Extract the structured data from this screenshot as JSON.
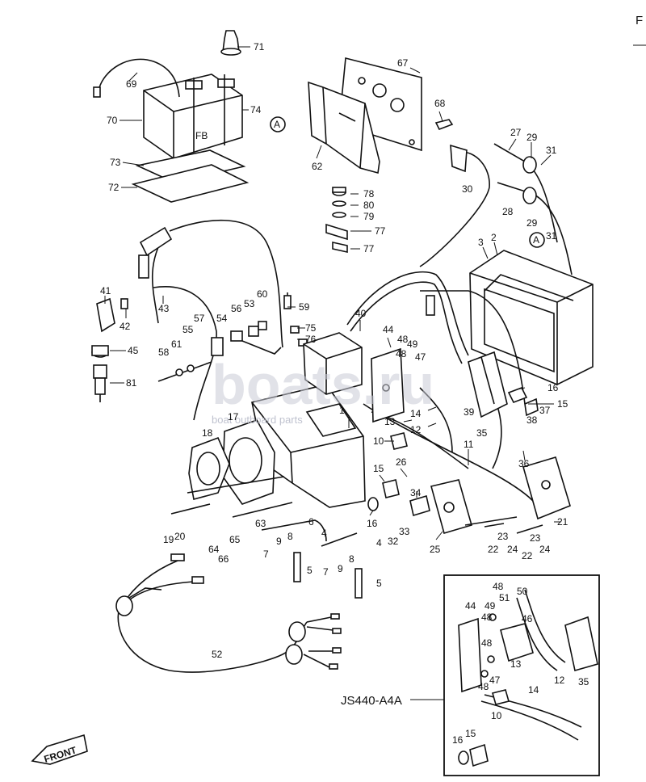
{
  "corner_mark": "F",
  "circle_marker": "A",
  "inset_model": "JS440-A4A",
  "front_arrow": "FRONT",
  "watermark": {
    "brand": "boats.ru",
    "subtitle": "boat outboard parts"
  },
  "callouts": [
    {
      "id": "c71",
      "text": "71"
    },
    {
      "id": "c69",
      "text": "69"
    },
    {
      "id": "c70",
      "text": "70"
    },
    {
      "id": "c74",
      "text": "74"
    },
    {
      "id": "c73",
      "text": "73"
    },
    {
      "id": "c72",
      "text": "72"
    },
    {
      "id": "c67",
      "text": "67"
    },
    {
      "id": "c68",
      "text": "68"
    },
    {
      "id": "c62",
      "text": "62"
    },
    {
      "id": "c27",
      "text": "27"
    },
    {
      "id": "c29a",
      "text": "29"
    },
    {
      "id": "c31a",
      "text": "31"
    },
    {
      "id": "c30",
      "text": "30"
    },
    {
      "id": "c28",
      "text": "28"
    },
    {
      "id": "c29b",
      "text": "29"
    },
    {
      "id": "c31b",
      "text": "31"
    },
    {
      "id": "c78",
      "text": "78"
    },
    {
      "id": "c80",
      "text": "80"
    },
    {
      "id": "c79",
      "text": "79"
    },
    {
      "id": "c77a",
      "text": "77"
    },
    {
      "id": "c77b",
      "text": "77"
    },
    {
      "id": "c3",
      "text": "3"
    },
    {
      "id": "c2",
      "text": "2"
    },
    {
      "id": "c41",
      "text": "41"
    },
    {
      "id": "c42",
      "text": "42"
    },
    {
      "id": "c43",
      "text": "43"
    },
    {
      "id": "c60",
      "text": "60"
    },
    {
      "id": "c56",
      "text": "56"
    },
    {
      "id": "c53",
      "text": "53"
    },
    {
      "id": "c59",
      "text": "59"
    },
    {
      "id": "c57",
      "text": "57"
    },
    {
      "id": "c54",
      "text": "54"
    },
    {
      "id": "c55",
      "text": "55"
    },
    {
      "id": "c61",
      "text": "61"
    },
    {
      "id": "c58",
      "text": "58"
    },
    {
      "id": "c75",
      "text": "75"
    },
    {
      "id": "c76",
      "text": "76"
    },
    {
      "id": "c40",
      "text": "40"
    },
    {
      "id": "c44",
      "text": "44"
    },
    {
      "id": "c48a",
      "text": "48"
    },
    {
      "id": "c49",
      "text": "49"
    },
    {
      "id": "c48b",
      "text": "48"
    },
    {
      "id": "c47",
      "text": "47"
    },
    {
      "id": "c45",
      "text": "45"
    },
    {
      "id": "c81",
      "text": "81"
    },
    {
      "id": "c16a",
      "text": "16"
    },
    {
      "id": "c15a",
      "text": "15"
    },
    {
      "id": "c38",
      "text": "38"
    },
    {
      "id": "c37",
      "text": "37"
    },
    {
      "id": "c39",
      "text": "39"
    },
    {
      "id": "c35",
      "text": "35"
    },
    {
      "id": "c14",
      "text": "14"
    },
    {
      "id": "c12",
      "text": "12"
    },
    {
      "id": "c13",
      "text": "13"
    },
    {
      "id": "c17",
      "text": "17"
    },
    {
      "id": "c1",
      "text": "1"
    },
    {
      "id": "c18",
      "text": "18"
    },
    {
      "id": "c10",
      "text": "10"
    },
    {
      "id": "c11",
      "text": "11"
    },
    {
      "id": "c36",
      "text": "36"
    },
    {
      "id": "c15b",
      "text": "15"
    },
    {
      "id": "c26",
      "text": "26"
    },
    {
      "id": "c34",
      "text": "34"
    },
    {
      "id": "c16b",
      "text": "16"
    },
    {
      "id": "c32",
      "text": "32"
    },
    {
      "id": "c33",
      "text": "33"
    },
    {
      "id": "c25",
      "text": "25"
    },
    {
      "id": "c21",
      "text": "21"
    },
    {
      "id": "c22a",
      "text": "22"
    },
    {
      "id": "c23a",
      "text": "23"
    },
    {
      "id": "c24a",
      "text": "24"
    },
    {
      "id": "c22b",
      "text": "22"
    },
    {
      "id": "c23b",
      "text": "23"
    },
    {
      "id": "c24b",
      "text": "24"
    },
    {
      "id": "c19",
      "text": "19"
    },
    {
      "id": "c20",
      "text": "20"
    },
    {
      "id": "c63",
      "text": "63"
    },
    {
      "id": "c64",
      "text": "64"
    },
    {
      "id": "c65",
      "text": "65"
    },
    {
      "id": "c66",
      "text": "66"
    },
    {
      "id": "c6",
      "text": "6"
    },
    {
      "id": "c9a",
      "text": "9"
    },
    {
      "id": "c8a",
      "text": "8"
    },
    {
      "id": "c7a",
      "text": "7"
    },
    {
      "id": "c4a",
      "text": "4"
    },
    {
      "id": "c4b",
      "text": "4"
    },
    {
      "id": "c8b",
      "text": "8"
    },
    {
      "id": "c9b",
      "text": "9"
    },
    {
      "id": "c7b",
      "text": "7"
    },
    {
      "id": "c5a",
      "text": "5"
    },
    {
      "id": "c5b",
      "text": "5"
    },
    {
      "id": "c52",
      "text": "52"
    },
    {
      "id": "i48a",
      "text": "48"
    },
    {
      "id": "i51",
      "text": "51"
    },
    {
      "id": "i50",
      "text": "50"
    },
    {
      "id": "i44",
      "text": "44"
    },
    {
      "id": "i49",
      "text": "49"
    },
    {
      "id": "i48b",
      "text": "48"
    },
    {
      "id": "i46",
      "text": "46"
    },
    {
      "id": "i48c",
      "text": "48"
    },
    {
      "id": "i47",
      "text": "47"
    },
    {
      "id": "i13",
      "text": "13"
    },
    {
      "id": "i48d",
      "text": "48"
    },
    {
      "id": "i14",
      "text": "14"
    },
    {
      "id": "i12",
      "text": "12"
    },
    {
      "id": "i35",
      "text": "35"
    },
    {
      "id": "i10",
      "text": "10"
    },
    {
      "id": "i16",
      "text": "16"
    },
    {
      "id": "i15",
      "text": "15"
    }
  ]
}
